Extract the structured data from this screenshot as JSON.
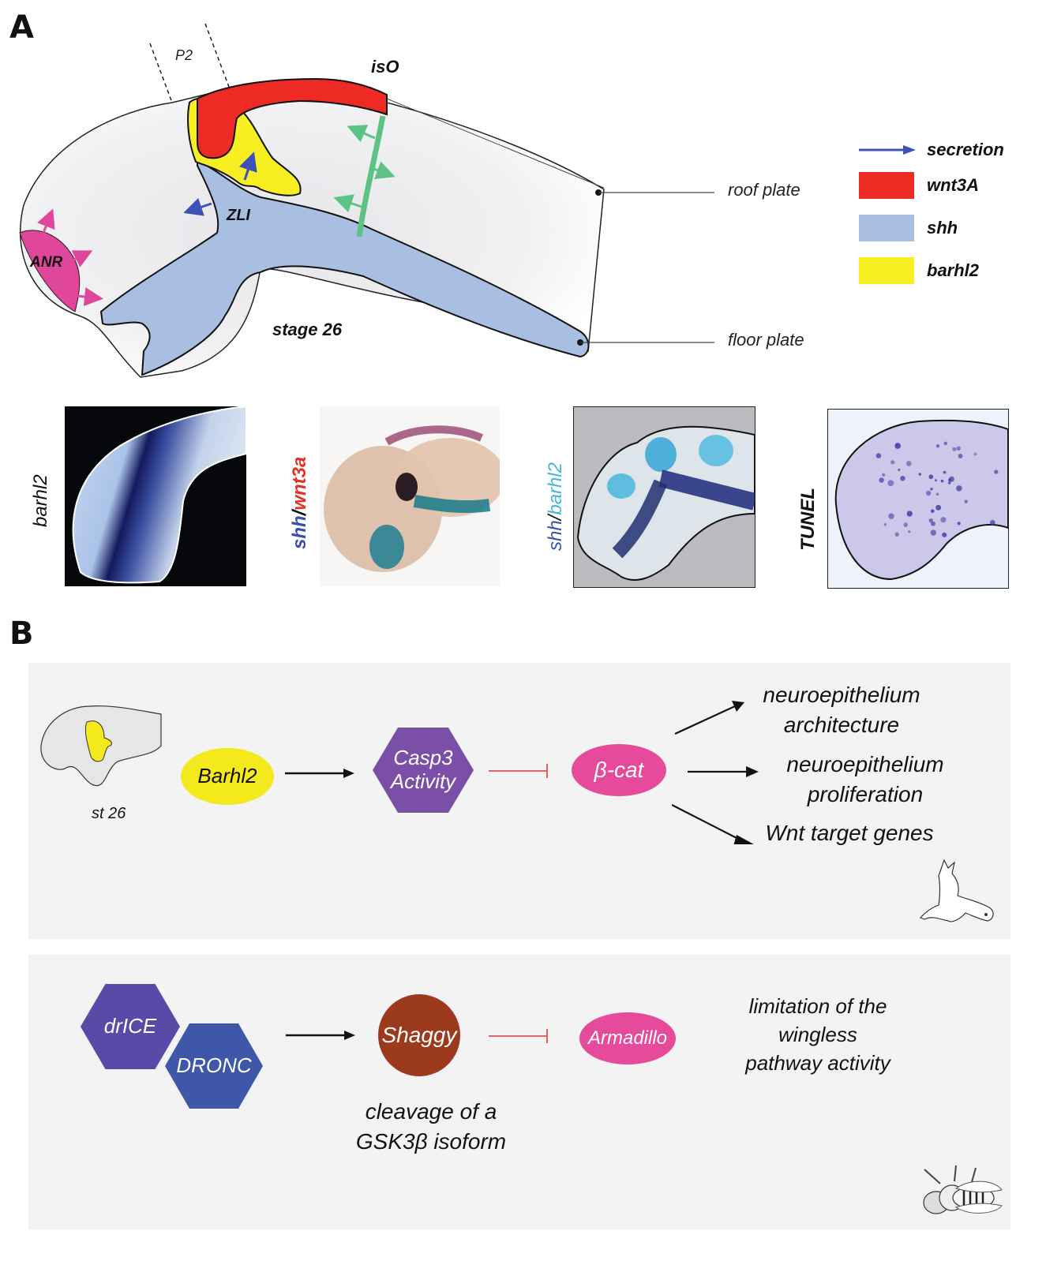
{
  "panel_a": {
    "letter": "A",
    "labels": {
      "p2": "P2",
      "iso": "isO",
      "zli": "ZLI",
      "anr": "ANR",
      "stage": "stage 26",
      "roof_plate": "roof plate",
      "floor_plate": "floor plate"
    },
    "legend": [
      {
        "label": "secretion",
        "kind": "arrow",
        "color": "#3f51b5"
      },
      {
        "label": "wnt3A",
        "kind": "swatch",
        "color": "#ee2a24"
      },
      {
        "label": "shh",
        "kind": "swatch",
        "color": "#a9bfe2"
      },
      {
        "label": "barhl2",
        "kind": "swatch",
        "color": "#f7ef22"
      }
    ],
    "colors": {
      "wnt3a": "#ee2a24",
      "shh": "#a9bfe2",
      "barhl2": "#f7ef22",
      "anr": "#e0479a",
      "green": "#5cc384",
      "secretion": "#3f51b5"
    },
    "images": [
      {
        "label_parts": [
          {
            "text": "barhl2",
            "color": "#111111"
          }
        ]
      },
      {
        "label_parts": [
          {
            "text": "shh",
            "color": "#3b4fb0"
          },
          {
            "text": "/",
            "color": "#111111"
          },
          {
            "text": "wnt3a",
            "color": "#e53128"
          }
        ]
      },
      {
        "label_parts": [
          {
            "text": "shh",
            "color": "#3b4fb0"
          },
          {
            "text": "/",
            "color": "#111111"
          },
          {
            "text": "barhl2",
            "color": "#45b8d8"
          }
        ]
      },
      {
        "label_parts": [
          {
            "text": "TUNEL",
            "color": "#111111"
          }
        ]
      }
    ]
  },
  "panel_b": {
    "letter": "B",
    "vertebrate": {
      "thumbnail_label": "st 26",
      "nodes": {
        "barhl2": "Barhl2",
        "casp3_line1": "Casp3",
        "casp3_line2": "Activity",
        "bcat": "β-cat"
      },
      "outputs": [
        {
          "line1": "neuroepithelium",
          "line2": "architecture"
        },
        {
          "line1": "neuroepithelium",
          "line2": "proliferation"
        },
        {
          "line1": "Wnt target genes",
          "line2": ""
        }
      ],
      "organism_icon": "frog-icon"
    },
    "fly": {
      "nodes": {
        "drice": "drICE",
        "dronc": "DRONC",
        "shaggy": "Shaggy",
        "armadillo": "Armadillo"
      },
      "shaggy_note_line1": "cleavage of a",
      "shaggy_note_line2": "GSK3β isoform",
      "outcome_line1": "limitation of the",
      "outcome_line2": "wingless",
      "outcome_line3": "pathway activity",
      "organism_icon": "fly-icon"
    },
    "colors": {
      "barhl2": "#f4e91c",
      "casp3": "#7b4fa8",
      "bcat": "#e64a9a",
      "drice": "#5a4aa8",
      "dronc": "#3f57a8",
      "shaggy": "#9b3a1d",
      "armadillo": "#e64a9a",
      "inhibit": "#d9534f",
      "box_bg": "#f3f3f3"
    }
  }
}
